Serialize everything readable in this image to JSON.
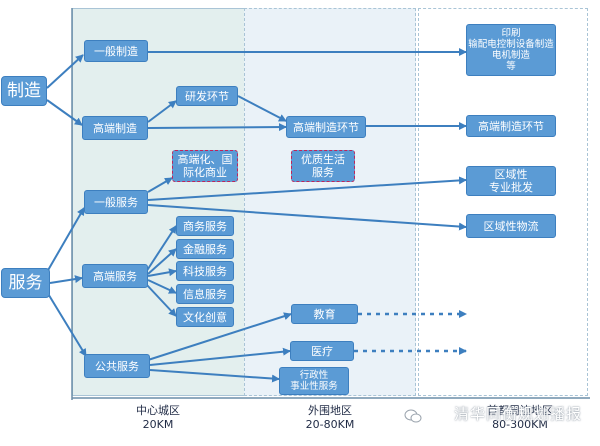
{
  "zones": [
    {
      "name": "中心城区",
      "range": "20KM"
    },
    {
      "name": "外围地区",
      "range": "20-80KM"
    },
    {
      "name": "首都周边地区",
      "range": "80-300KM"
    }
  ],
  "categories": {
    "manufacturing": "制造",
    "services": "服务"
  },
  "nodes": {
    "general_manufacturing": "一般制造",
    "high_end_manufacturing": "高端制造",
    "rd_stage": "研发环节",
    "high_end_mfg_stage_outer": "高端制造环节",
    "high_end_mfg_stage_periphery": "高端制造环节",
    "printing_group": "印刷\n输配电控制设备制造\n电机制造\n等",
    "high_end_intl_commerce": "高端化、国\n际化商业",
    "quality_living_services": "优质生活\n服务",
    "general_services": "一般服务",
    "regional_wholesale": "区域性\n专业批发",
    "regional_logistics": "区域性物流",
    "high_end_services": "高端服务",
    "business_services": "商务服务",
    "financial_services": "金融服务",
    "tech_services": "科技服务",
    "info_services": "信息服务",
    "cultural_creative": "文化创意",
    "public_services": "公共服务",
    "education": "教育",
    "medical": "医疗",
    "administrative": "行政性\n事业性服务"
  },
  "watermark": "清华同衡规划播报",
  "colors": {
    "node": "#5b9bd5",
    "arrow": "#3d7fbf",
    "zone_center": "#e3efee",
    "zone_outer": "#e6f0f7",
    "zone_border": "#a9c4d6",
    "dashed_border": "#c0245a"
  }
}
